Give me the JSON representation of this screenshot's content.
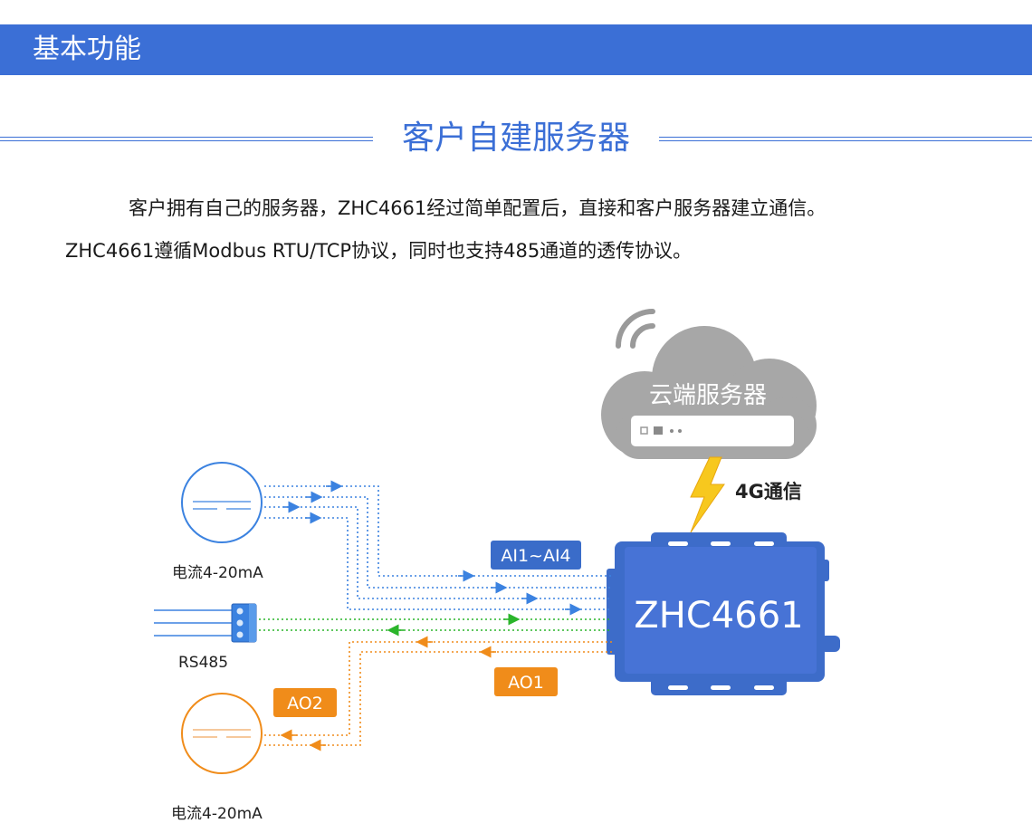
{
  "header": {
    "title": "基本功能"
  },
  "section": {
    "title": "客户自建服务器"
  },
  "intro": {
    "line1": "客户拥有自己的服务器，ZHC4661经过简单配置后，直接和客户服务器建立通信。",
    "line2": "ZHC4661遵循Modbus RTU/TCP协议，同时也支持485通道的透传协议。"
  },
  "diagram": {
    "cloud_label": "云端服务器",
    "link_label": "4G通信",
    "device_label": "ZHC4661",
    "ai_badge": "AI1~AI4",
    "ao1_badge": "AO1",
    "ao2_badge": "AO2",
    "sensor_top_label": "电流4-20mA",
    "rs485_label": "RS485",
    "sensor_bottom_label": "电流4-20mA"
  },
  "colors": {
    "header": "#3b6fd6",
    "device": "#3d6cc9",
    "ai_lines": "#3b82e0",
    "rs485_lines": "#2bb52b",
    "ao_lines": "#f08c1a",
    "cloud": "#a7a7a7",
    "bolt": "#f7c81e"
  }
}
